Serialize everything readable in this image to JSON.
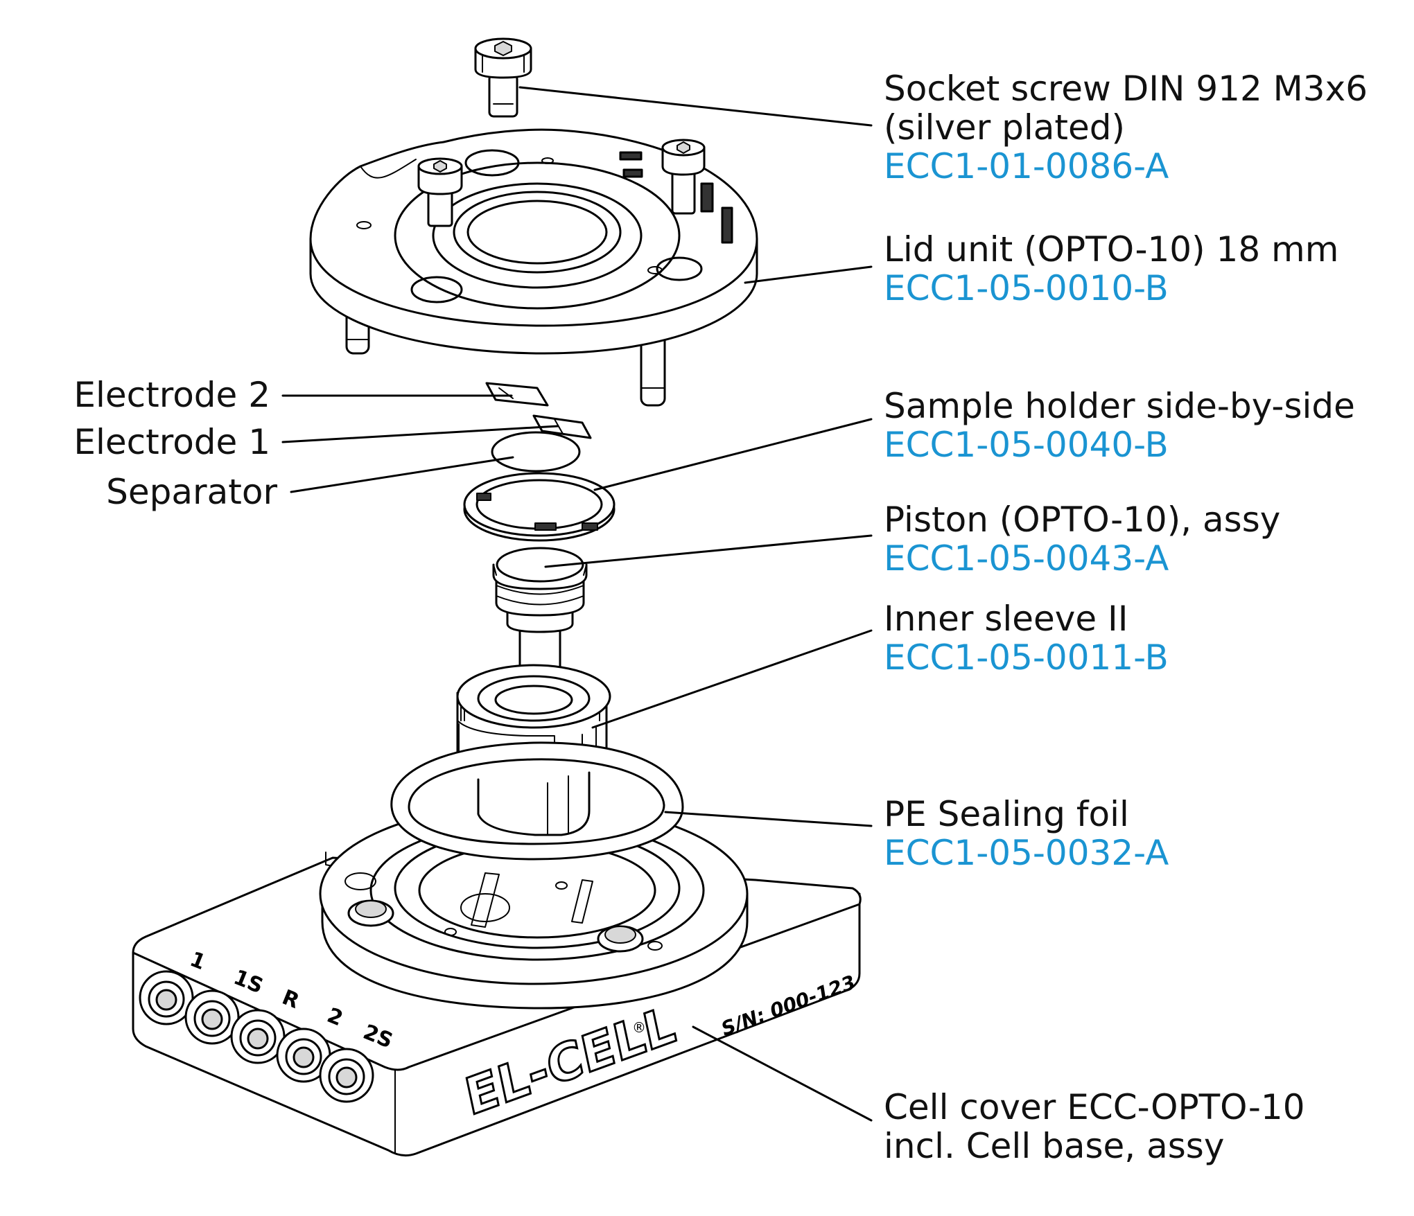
{
  "colors": {
    "part_number": "#1a94d2",
    "label_text": "#111111",
    "line": "#000000"
  },
  "callouts": [
    {
      "name": "socket-screw",
      "lines": [
        "Socket screw DIN 912 M3x6",
        "(silver plated)"
      ],
      "code": "ECC1-01-0086-A"
    },
    {
      "name": "lid-unit",
      "lines": [
        "Lid unit (OPTO-10) 18 mm"
      ],
      "code": "ECC1-05-0010-B"
    },
    {
      "name": "sample-holder",
      "lines": [
        "Sample holder side-by-side"
      ],
      "code": "ECC1-05-0040-B"
    },
    {
      "name": "piston",
      "lines": [
        "Piston (OPTO-10), assy"
      ],
      "code": "ECC1-05-0043-A"
    },
    {
      "name": "inner-sleeve",
      "lines": [
        "Inner sleeve II"
      ],
      "code": "ECC1-05-0011-B"
    },
    {
      "name": "sealing-foil",
      "lines": [
        "PE Sealing foil"
      ],
      "code": "ECC1-05-0032-A"
    },
    {
      "name": "cell-cover",
      "lines": [
        "Cell cover ECC-OPTO-10",
        "incl. Cell base, assy"
      ],
      "code": ""
    }
  ],
  "left_labels": {
    "electrode_2": "Electrode 2",
    "electrode_1": "Electrode 1",
    "separator": "Separator"
  },
  "engravings": {
    "brand": "EL-CELL",
    "registered": "®",
    "serial": "S/N:  000-123",
    "ports": [
      "1",
      "1S",
      "R",
      "2",
      "2S"
    ]
  }
}
